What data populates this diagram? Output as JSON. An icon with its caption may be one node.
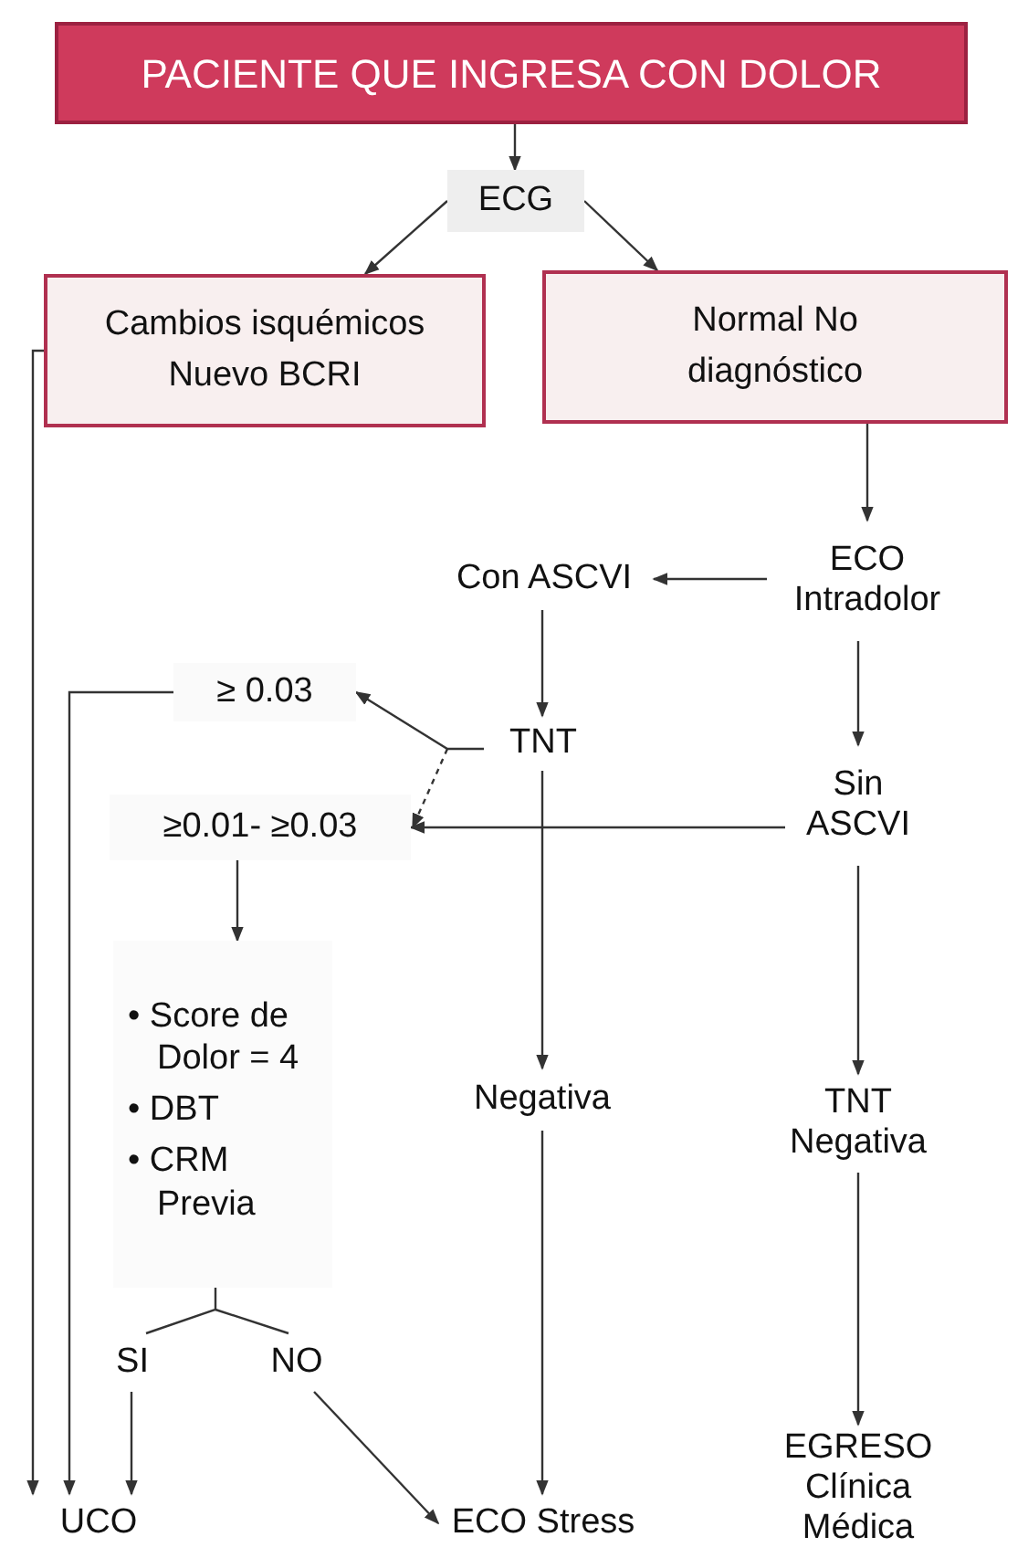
{
  "diagram": {
    "nodes": [
      {
        "text": [
          "PACIENTE QUE INGRESA CON DOLOR"
        ]
      },
      {
        "text": [
          "ECG"
        ]
      },
      {
        "text": [
          "Cambios isquémicos Nuevo BCRI"
        ]
      },
      {
        "text": [
          "Normal No diagnóstico"
        ]
      },
      {
        "text": [
          "ECO Intradolor"
        ]
      },
      {
        "text": [
          "Con ASCVI"
        ]
      },
      {
        "text": [
          "TNT"
        ]
      },
      {
        "text": [
          "≥ 0.03"
        ]
      },
      {
        "text": [
          "Sin ASCVI"
        ]
      },
      {
        "text": [
          "≥0.01- ≥0.03"
        ]
      },
      {
        "text": [
          "• Score de Dolor = 4",
          "• DBT",
          "• CRM Previa"
        ]
      },
      {
        "text": [
          "SI"
        ]
      },
      {
        "text": [
          "NO"
        ]
      },
      {
        "text": [
          "Negativa"
        ]
      },
      {
        "text": [
          "TNT Negativa"
        ]
      },
      {
        "text": [
          "UCO"
        ]
      },
      {
        "text": [
          "ECO Stress"
        ]
      },
      {
        "text": [
          "EGRESO Clínica Médica"
        ]
      }
    ],
    "edges": [
      {
        "from": 0,
        "to": 1,
        "arrow": "to"
      },
      {
        "from": 1,
        "to": 2,
        "arrow": "to"
      },
      {
        "from": 1,
        "to": 3,
        "arrow": "to"
      },
      {
        "from": 3,
        "to": 4,
        "arrow": "to"
      },
      {
        "from": 4,
        "to": 5,
        "arrow": "to"
      },
      {
        "from": 5,
        "to": 6,
        "arrow": "to"
      },
      {
        "from": 6,
        "to": 7,
        "arrow": "to"
      },
      {
        "from": 6,
        "to": 9,
        "arrow": "to",
        "style": "dashed"
      },
      {
        "from": 8,
        "to": 9,
        "arrow": "to"
      },
      {
        "from": 4,
        "to": 8,
        "arrow": "to"
      },
      {
        "from": 6,
        "to": 13,
        "arrow": "to"
      },
      {
        "from": 13,
        "to": 16,
        "arrow": "to"
      },
      {
        "from": 8,
        "to": 14,
        "arrow": "to"
      },
      {
        "from": 14,
        "to": 17,
        "arrow": "to"
      },
      {
        "from": 9,
        "to": 10,
        "arrow": "to"
      },
      {
        "from": 10,
        "to": 11,
        "arrow": "none"
      },
      {
        "from": 10,
        "to": 12,
        "arrow": "none"
      },
      {
        "from": 11,
        "to": 15,
        "arrow": "to"
      },
      {
        "from": 12,
        "to": 16,
        "arrow": "to"
      },
      {
        "from": 2,
        "to": 15,
        "arrow": "to"
      },
      {
        "from": 7,
        "to": 15,
        "arrow": "to"
      }
    ]
  }
}
